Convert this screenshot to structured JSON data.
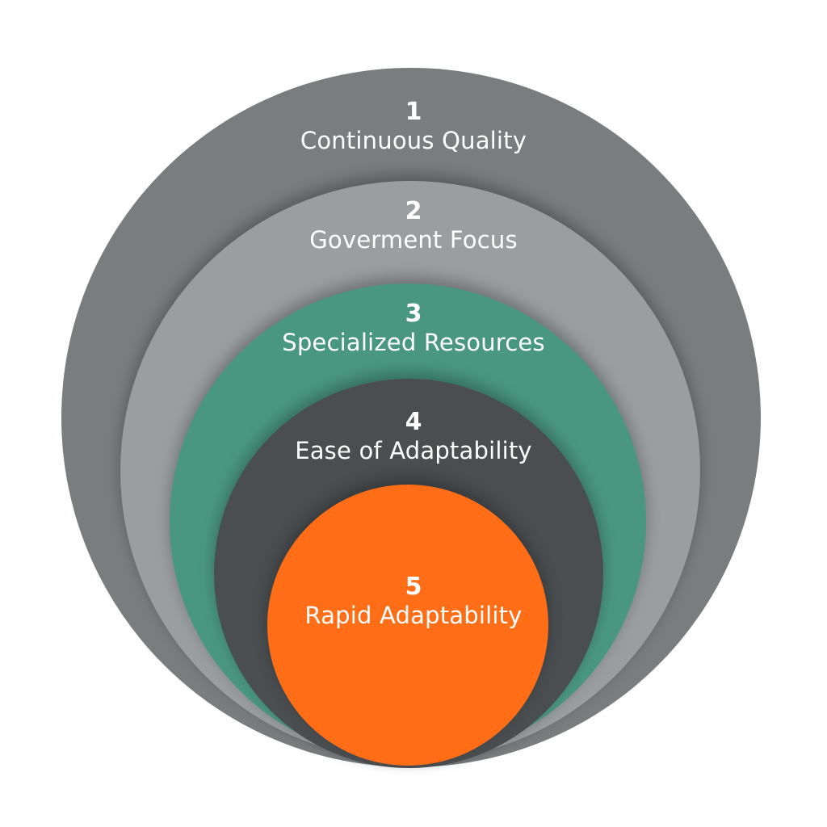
{
  "colors": {
    "ring_1": "#797d7e",
    "ring_2": "#9a9e9f",
    "ring_3": "#4a977f",
    "ring_4": "#4a4e50",
    "ring_5": "#ff6d16",
    "text": "#ffffff"
  },
  "rings": [
    {
      "number": "1",
      "label": "Continuous Quality"
    },
    {
      "number": "2",
      "label": "Goverment Focus"
    },
    {
      "number": "3",
      "label": "Specialized Resources"
    },
    {
      "number": "4",
      "label": "Ease of Adaptability"
    },
    {
      "number": "5",
      "label": "Rapid Adaptability"
    }
  ]
}
